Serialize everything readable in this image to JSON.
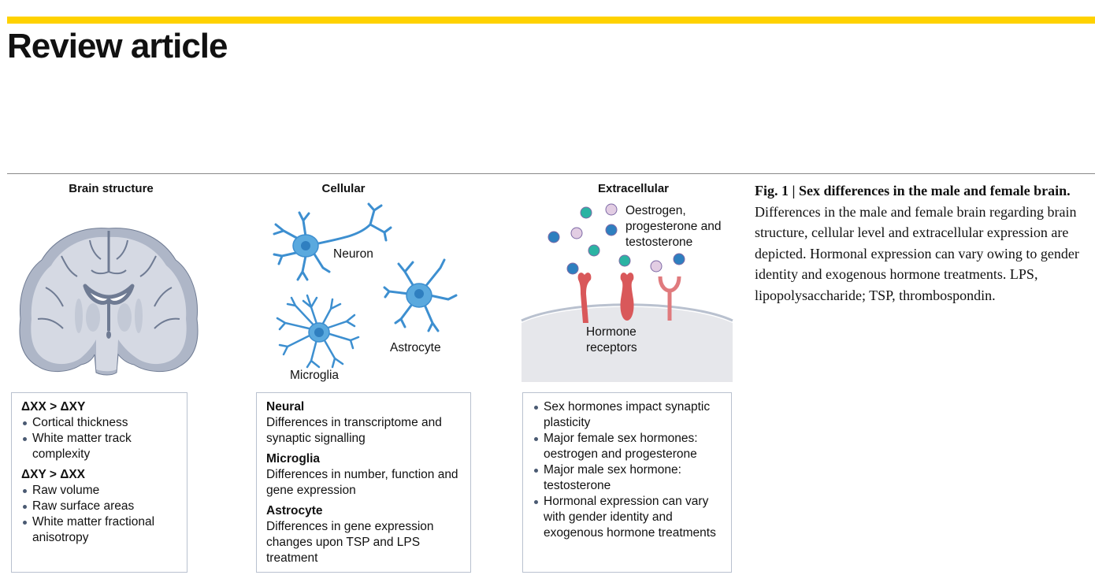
{
  "header": {
    "section_label": "Review article",
    "accent_color": "#FFD200"
  },
  "figure": {
    "columns": [
      {
        "title": "Brain structure",
        "illustration": "brain-coronal-section",
        "box": {
          "groups": [
            {
              "heading": "ΔXX > ΔXY",
              "items": [
                "Cortical thickness",
                "White matter track complexity"
              ]
            },
            {
              "heading": "ΔXY > ΔXX",
              "items": [
                "Raw volume",
                "Raw surface areas",
                "White matter fractional anisotropy"
              ]
            }
          ]
        }
      },
      {
        "title": "Cellular",
        "labels": {
          "neuron": "Neuron",
          "astrocyte": "Astrocyte",
          "microglia": "Microglia"
        },
        "box": {
          "groups": [
            {
              "heading": "Neural",
              "text": "Differences in transcriptome and synaptic signalling"
            },
            {
              "heading": "Microglia",
              "text": "Differences in number, function and gene expression"
            },
            {
              "heading": "Astrocyte",
              "text": "Differences in gene expression changes upon TSP and LPS treatment"
            }
          ]
        }
      },
      {
        "title": "Extracellular",
        "labels": {
          "hormones": "Oestrogen, progesterone and testosterone",
          "receptors": "Hormone receptors"
        },
        "box": {
          "items": [
            "Sex hormones impact synaptic plasticity",
            "Major female sex hormones: oestrogen and progesterone",
            "Major male sex hormone: testosterone",
            "Hormonal expression can vary with gender identity and exogenous hormone treatments"
          ]
        }
      }
    ],
    "caption": {
      "label": "Fig. 1 | Sex differences in the male and female brain.",
      "text": " Differences in the male and female brain regarding brain structure, cellular level and extracellular expression are depicted. Hormonal expression can vary owing to gender identity and exogenous hormone treatments. LPS, lipopolysaccharide; TSP, thrombospondin."
    },
    "colors": {
      "brain_fill": "#d5d9e3",
      "brain_grey": "#aeb6c7",
      "brain_dark": "#6f7b93",
      "cell_blue": "#5aa9de",
      "cell_nucleus": "#2f7fc0",
      "receptor_red": "#d9585a",
      "hormone_teal": "#2bb3a3",
      "hormone_blue": "#2e7fbf",
      "hormone_pink": "#e2cde3",
      "membrane": "#e6e7eb"
    }
  }
}
